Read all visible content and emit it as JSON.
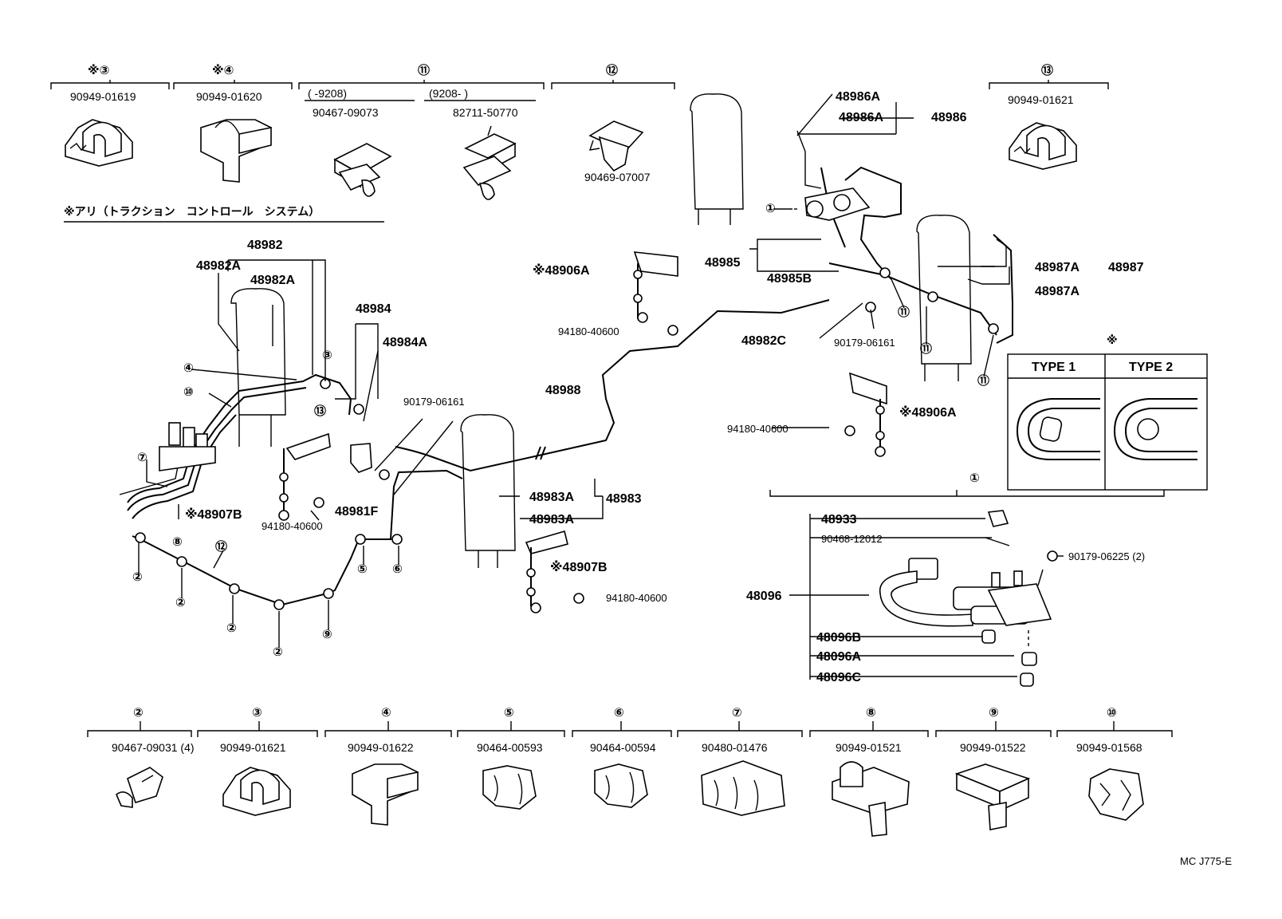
{
  "top_callouts": [
    {
      "ref": "※③",
      "part": "90949-01619"
    },
    {
      "ref": "※④",
      "part": "90949-01620"
    },
    {
      "ref": "⑪",
      "range_a": "(     -9208)",
      "part_a": "90467-09073",
      "range_b": "(9208-        )",
      "part_b": "82711-50770"
    },
    {
      "ref": "⑫",
      "part": "90469-07007"
    },
    {
      "ref": "⑬",
      "part": "90949-01621"
    }
  ],
  "japanese_note": "※アリ（トラクション　コントロール　システム）",
  "labels": {
    "l48982": "48982",
    "l48982A_1": "48982A",
    "l48982A_2": "48982A",
    "l48984": "48984",
    "l48984A": "48984A",
    "l48906A_1": "※48906A",
    "l94180_1": "94180-40600",
    "l48986A_1": "48986A",
    "l48986A_2": "48986A",
    "l48986": "48986",
    "l48985": "48985",
    "l48985B": "48985B",
    "l48987A_1": "48987A",
    "l48987A_2": "48987A",
    "l48987": "48987",
    "l48982C": "48982C",
    "l90179_1": "90179-06161",
    "l48988": "48988",
    "l90179_2": "90179-06161",
    "l48906A_2": "※48906A",
    "l94180_2": "94180-40600",
    "l48907B_1": "※48907B",
    "l94180_3": "94180-40600",
    "l48981F": "48981F",
    "l48983A_1": "48983A",
    "l48983A_2": "48983A",
    "l48983": "48983",
    "l48907B_2": "※48907B",
    "l94180_4": "94180-40600",
    "l48933": "48933",
    "l90468": "90468-12012",
    "l90179_3": "90179-06225 (2)",
    "l48096": "48096",
    "l48096B": "48096B",
    "l48096A": "48096A",
    "l48096C": "48096C",
    "type_star": "※",
    "type1": "TYPE 1",
    "type2": "TYPE 2",
    "drawing_code": "MC J775-E"
  },
  "circle_refs": {
    "c1": "①",
    "c1b": "①",
    "c3": "③",
    "c4": "④",
    "c10": "⑩",
    "c7": "⑦",
    "c8": "⑧",
    "c12": "⑫",
    "c13": "⑬",
    "c2a": "②",
    "c2b": "②",
    "c2c": "②",
    "c2d": "②",
    "c9": "⑨",
    "c5": "⑤",
    "c6": "⑥",
    "c11a": "⑪",
    "c11b": "⑪",
    "c11c": "⑪"
  },
  "bottom_callouts": [
    {
      "ref": "②",
      "part": "90467-09031 (4)"
    },
    {
      "ref": "③",
      "part": "90949-01621"
    },
    {
      "ref": "④",
      "part": "90949-01622"
    },
    {
      "ref": "⑤",
      "part": "90464-00593"
    },
    {
      "ref": "⑥",
      "part": "90464-00594"
    },
    {
      "ref": "⑦",
      "part": "90480-01476"
    },
    {
      "ref": "⑧",
      "part": "90949-01521"
    },
    {
      "ref": "⑨",
      "part": "90949-01522"
    },
    {
      "ref": "⑩",
      "part": "90949-01568"
    }
  ]
}
